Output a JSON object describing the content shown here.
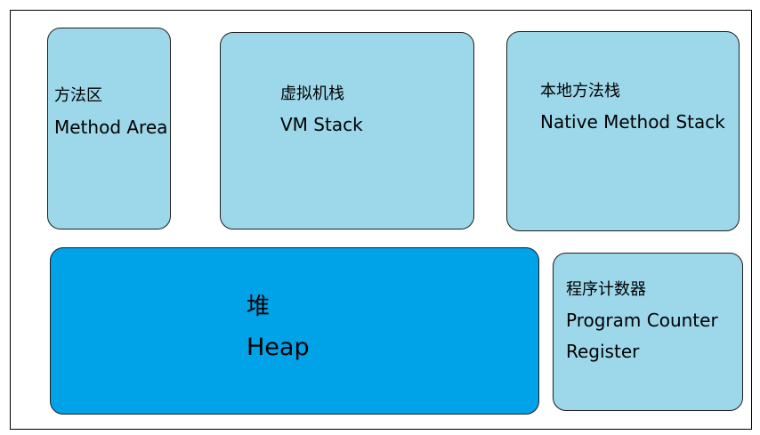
{
  "colors": {
    "light_box": "#9cd7ea",
    "heap_box": "#00a2e8",
    "border": "#1f1f1f"
  },
  "regions": {
    "method_area": {
      "label_cn": "方法区",
      "label_en": "Method Area"
    },
    "vm_stack": {
      "label_cn": "虚拟机栈",
      "label_en": "VM Stack"
    },
    "native_method_stack": {
      "label_cn": "本地方法栈",
      "label_en": "Native Method Stack"
    },
    "heap": {
      "label_cn": "堆",
      "label_en": "Heap"
    },
    "program_counter_register": {
      "label_cn": "程序计数器",
      "label_en_line1": "Program Counter",
      "label_en_line2": "Register"
    }
  }
}
